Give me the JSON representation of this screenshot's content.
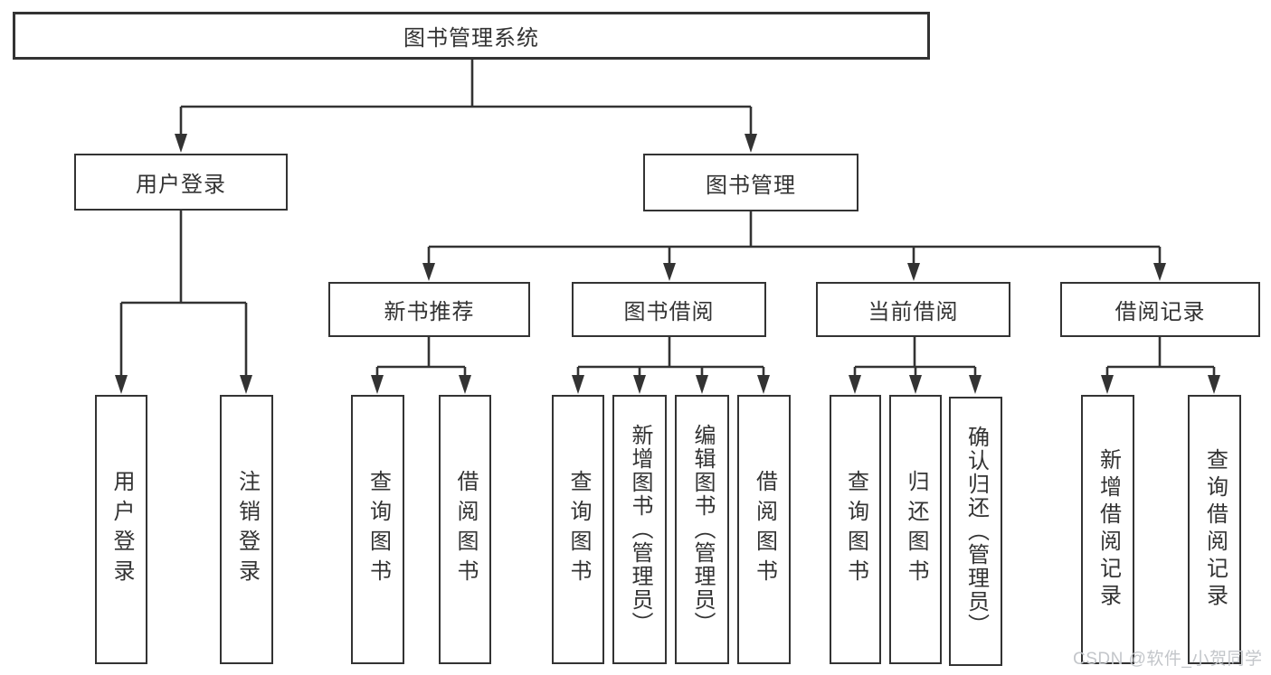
{
  "diagram": {
    "root": {
      "label": "图书管理系统"
    },
    "level2": [
      {
        "label": "用户登录"
      },
      {
        "label": "图书管理"
      }
    ],
    "level3": [
      {
        "label": "新书推荐"
      },
      {
        "label": "图书借阅"
      },
      {
        "label": "当前借阅"
      },
      {
        "label": "借阅记录"
      }
    ],
    "leaves": [
      {
        "label": "用户登录"
      },
      {
        "label": "注销登录"
      },
      {
        "label": "查询图书"
      },
      {
        "label": "借阅图书"
      },
      {
        "label": "查询图书"
      },
      {
        "label": "新增图书（管理员）"
      },
      {
        "label": "编辑图书（管理员）"
      },
      {
        "label": "借阅图书"
      },
      {
        "label": "查询图书"
      },
      {
        "label": "归还图书"
      },
      {
        "label": "确认归还（管理员）"
      },
      {
        "label": "新增借阅记录"
      },
      {
        "label": "查询借阅记录"
      }
    ],
    "colors": {
      "line": "#333333",
      "text": "#333333",
      "box_background": "#ffffff"
    }
  },
  "watermark": {
    "text": "CSDN @软件_小贺同学",
    "color": "#c3c6ca"
  }
}
